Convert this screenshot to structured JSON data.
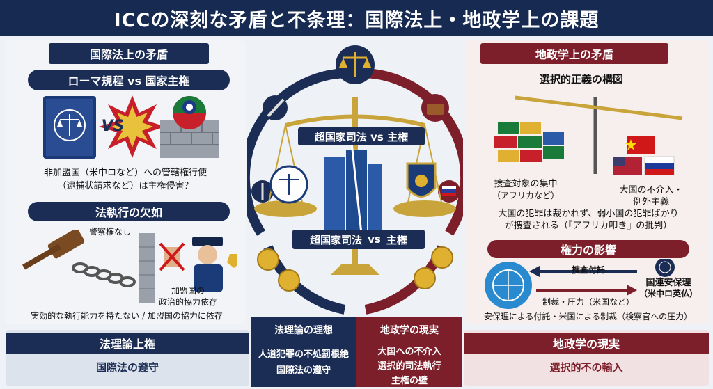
{
  "title": "ICCの深刻な矛盾と不条理：国際法上・地政学上の課題",
  "left": {
    "header": "国際法上の矛盾",
    "section1": {
      "header": "ローマ規程 vs 国家主権",
      "vs_label": "VS",
      "caption_line1": "非加盟国（米中ロなど）への管轄権行使",
      "caption_line2": "（逮捕状請求など）は主権侵害？"
    },
    "section2": {
      "header": "法執行の欠如",
      "no_police": "警察権なし",
      "member_line1": "加盟国の",
      "member_line2": "政治的協力依存",
      "caption": "実効的な執行能力を持たない / 加盟国の協力に依存"
    }
  },
  "center": {
    "upper_label": "超国家司法 vs 主権",
    "lower_label_a": "超国家司法",
    "lower_label_vs": "vs",
    "lower_label_b": "主権"
  },
  "right": {
    "header": "地政学上の矛盾",
    "section1": {
      "header": "選択的正義の構図",
      "left_caption_line1": "捜査対象の集中",
      "left_caption_line2": "（アフリカなど）",
      "right_caption_line1": "大国の不介入・",
      "right_caption_line2": "例外主義",
      "caption_line1": "大国の犯罪は裁かれず、弱小国の犯罪ばかり",
      "caption_line2": "が捜査される（『アフリカ叩き』の批判）"
    },
    "section2": {
      "header": "権力の影響",
      "arrow_top": "捜査付託",
      "arrow_bottom": "制裁・圧力（米国など）",
      "unsc_line1": "国連安保理",
      "unsc_line2": "（米中ロ英仏）",
      "caption": "安保理による付託・米国による制裁（検察官への圧力）"
    }
  },
  "bottom": {
    "left_header": "法理論上権",
    "left_body": "国際法の遵守",
    "center_left_header": "法理論の理想",
    "center_left_line1": "人道犯罪の不処罰根絶",
    "center_left_line2": "国際法の遵守",
    "center_right_header": "地政学の現実",
    "center_right_line1": "大国への不介入",
    "center_right_line2": "選択的司法執行",
    "center_right_line3": "主権の壁",
    "right_header": "地政学の現実",
    "right_body": "選択的不の輸入"
  },
  "colors": {
    "navy": "#1b2d55",
    "maroon": "#7d1f2a",
    "gold": "#c9a43a",
    "bg": "#eef1f5"
  }
}
